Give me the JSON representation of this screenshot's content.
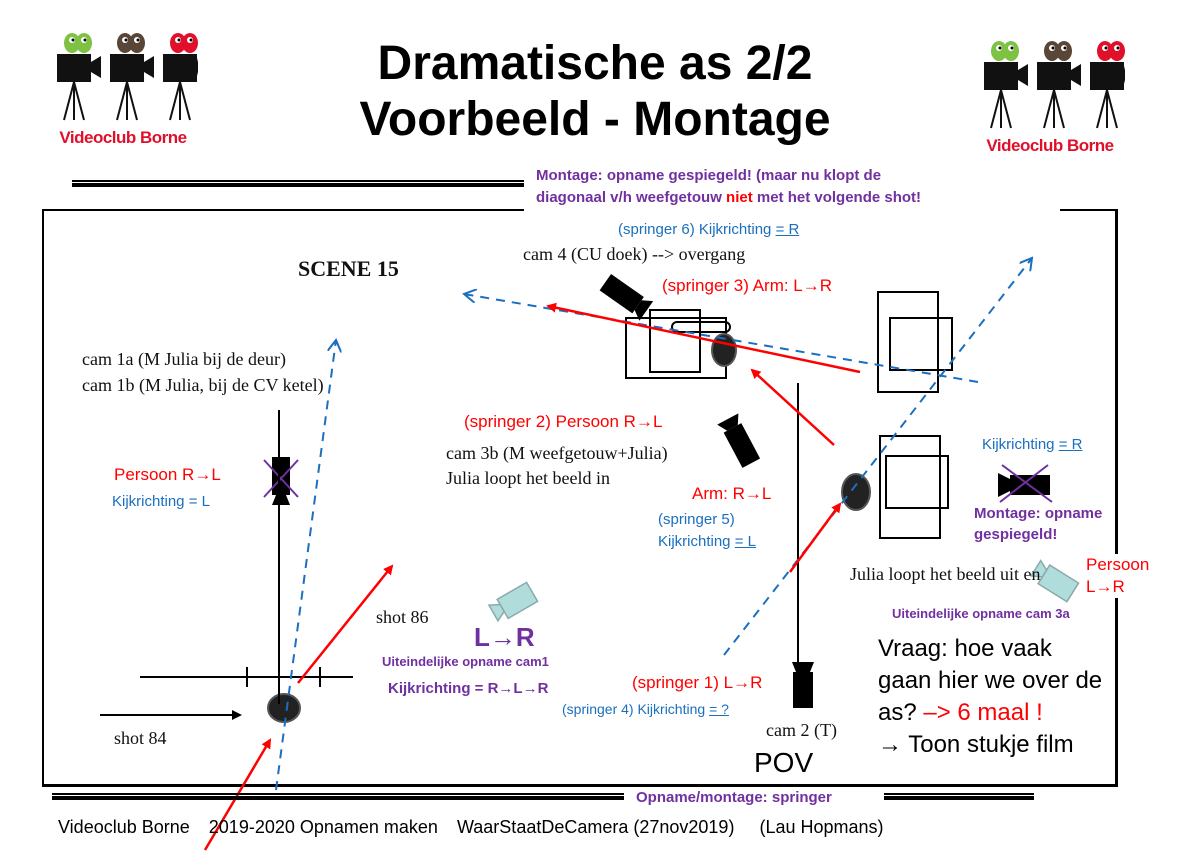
{
  "header": {
    "title_line1": "Dramatische as 2/2",
    "title_line2": "Voorbeeld - Montage",
    "logo_label": "Videoclub Borne"
  },
  "top_note": {
    "line1": "Montage: opname gespiegeld! (maar nu klopt de",
    "line2_pre": "diagonaal v/h weefgetouw ",
    "line2_emph": "niet",
    "line2_post": " met het volgende shot!"
  },
  "diagram": {
    "scene_title": "SCENE 15",
    "cam4_label": "cam 4 (CU doek) --> overgang",
    "springer6": {
      "prefix": "(springer 6) Kijkrichting ",
      "value": "= R"
    },
    "springer3": "(springer 3) Arm: L→R",
    "cam1a": "cam 1a (M Julia bij de deur)",
    "cam1b": "cam 1b (M Julia, bij de CV ketel)",
    "cam1_person": "Persoon R→L",
    "cam1_view": "Kijkrichting = L",
    "springer2": "(springer 2)  Persoon R→L",
    "cam3b_line1": "cam 3b (M weefgetouw+Julia)",
    "cam3b_line2": "Julia loopt het beeld in",
    "arm_rl": "Arm: R→L",
    "springer5_line1": "(springer 5)",
    "springer5_prefix": "Kijkrichting ",
    "springer5_value": "= L",
    "right_view_prefix": "Kijkrichting ",
    "right_view_value": "= R",
    "right_montage_line1": "Montage: opname",
    "right_montage_line2": "gespiegeld!",
    "julia_out": "Julia loopt het beeld uit en",
    "right_person_line1": "Persoon",
    "right_person_line2": "L→R",
    "final_cam3a": "Uiteindelijke opname cam 3a",
    "shot86": "shot 86",
    "shot84": "shot 84",
    "big_lr": "L→R",
    "final_cam1": "Uiteindelijke opname cam1",
    "final_cam1_view": "Kijkrichting = R→L→R",
    "springer1": "(springer 1) L→R",
    "springer4_prefix": "(springer 4) Kijkrichting ",
    "springer4_value": "= ?",
    "cam2": "cam 2 (T)",
    "pov": "POV",
    "bottom_note": "Opname/montage: springer"
  },
  "question": {
    "line1": "Vraag: hoe vaak",
    "line2": "gaan hier we over de",
    "line3_pre": "as? ",
    "line3_answer": "–> 6 maal !",
    "line4": "→ Toon stukje film"
  },
  "footer": {
    "club": "Videoclub Borne",
    "season": "2019-2020 Opnamen maken",
    "topic": "WaarStaatDeCamera (27nov2019)",
    "author": "(Lau Hopmans)"
  },
  "colors": {
    "axis_red": "#ff0000",
    "view_blue": "#1a6fbf",
    "note_purple": "#7030a0",
    "logo_red": "#e0102a",
    "eye_green": "#7dc242",
    "eye_brown": "#5a4636",
    "eye_red": "#e0102a",
    "ghost_camera": "#b0dcdc"
  }
}
